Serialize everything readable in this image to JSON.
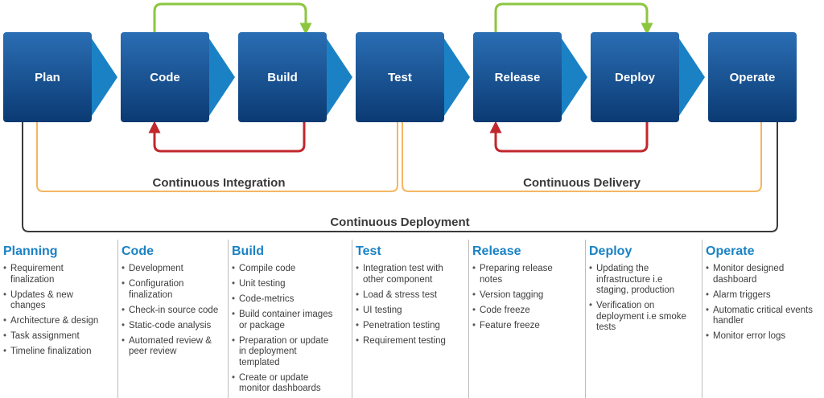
{
  "stages": [
    "Plan",
    "Code",
    "Build",
    "Test",
    "Release",
    "Deploy",
    "Operate"
  ],
  "bands": {
    "ci": "Continuous Integration",
    "cdelivery": "Continuous Delivery",
    "cdeployment": "Continuous Deployment"
  },
  "columns": [
    {
      "title": "Planning",
      "items": [
        "Requirement finalization",
        "Updates & new changes",
        "Architecture & design",
        "Task assignment",
        "Timeline finalization"
      ]
    },
    {
      "title": "Code",
      "items": [
        "Development",
        "Configuration finalization",
        "Check-in source code",
        "Static-code analysis",
        "Automated review & peer review"
      ]
    },
    {
      "title": "Build",
      "items": [
        "Compile code",
        "Unit testing",
        "Code-metrics",
        "Build container images or package",
        "Preparation or update in deployment templated",
        "Create or update monitor dashboards"
      ]
    },
    {
      "title": "Test",
      "items": [
        "Integration test with other component",
        "Load & stress test",
        "UI testing",
        "Penetration testing",
        "Requirement testing"
      ]
    },
    {
      "title": "Release",
      "items": [
        "Preparing release notes",
        "Version tagging",
        "Code freeze",
        "Feature freeze"
      ]
    },
    {
      "title": "Deploy",
      "items": [
        "Updating the infrastructure i.e staging, production",
        "Verification on deployment i.e smoke tests"
      ]
    },
    {
      "title": "Operate",
      "items": [
        "Monitor designed dashboard",
        "Alarm triggers",
        "Automatic critical events handler",
        "Monitor error logs"
      ]
    }
  ],
  "colors": {
    "box_top": "#2a6eb4",
    "box_bottom": "#0b3a73",
    "arrow": "#1a82c4",
    "green_loop": "#8cc63f",
    "red_loop": "#c1272d",
    "orange_bracket": "#f5b561",
    "deployment_bracket": "#3a3a3a",
    "column_title": "#1a82c4"
  }
}
